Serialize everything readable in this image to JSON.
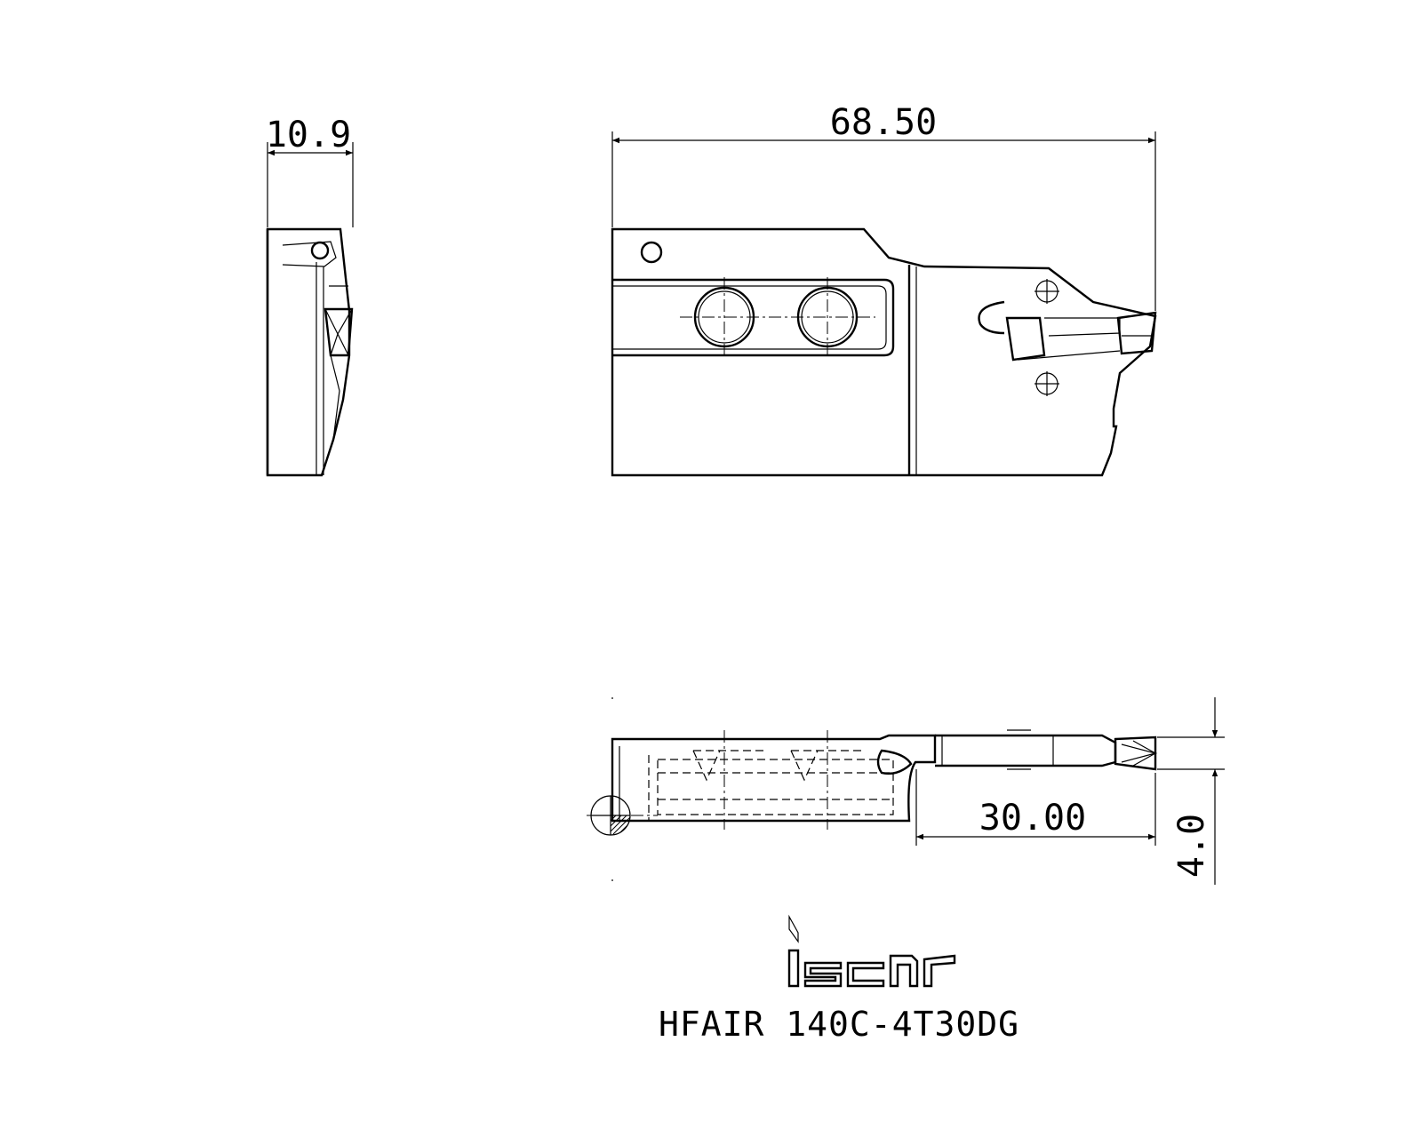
{
  "dimensions": {
    "side_width": "10.9",
    "overall_length": "68.50",
    "depth": "30.00",
    "groove_width": "4.0"
  },
  "part_number": "HFAIR 140C-4T30DG",
  "brand_icon": "iscar-logo-icon",
  "colors": {
    "line": "#000000",
    "background": "#ffffff"
  }
}
